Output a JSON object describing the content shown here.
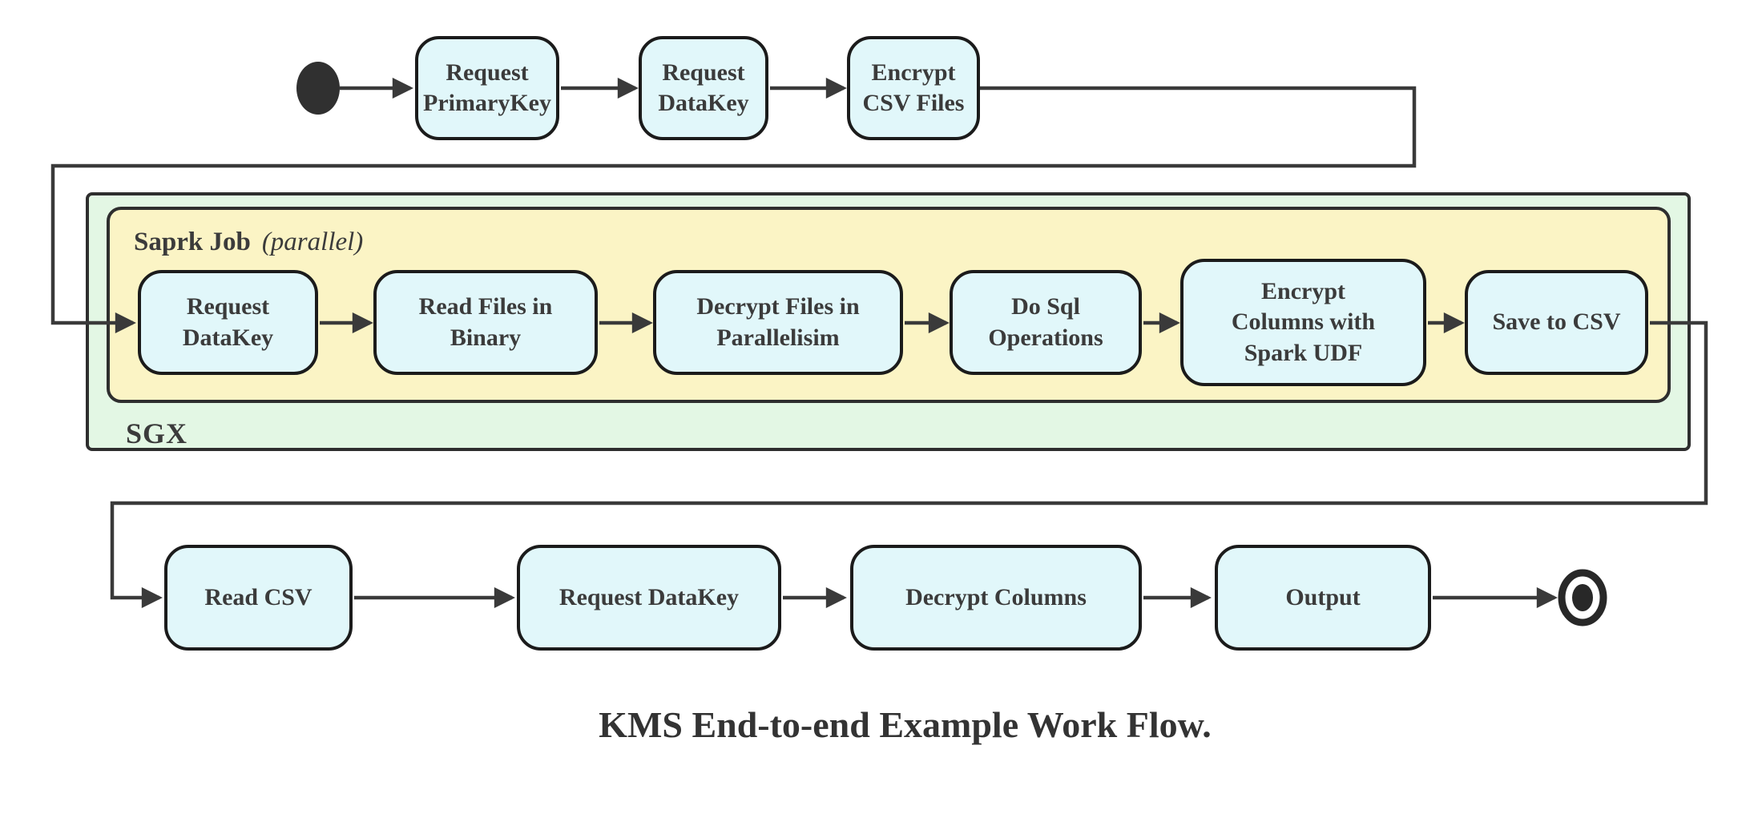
{
  "caption": "KMS End-to-end Example Work Flow.",
  "containers": {
    "sgx": {
      "label": "SGX",
      "fill": "#e3f7e4"
    },
    "spark_job": {
      "label_bold": "Saprk Job",
      "label_italic": "(parallel)",
      "fill": "#fbf4c5"
    }
  },
  "rows": [
    {
      "phase": "client-encrypt",
      "nodes": [
        {
          "label": "Request\nPrimaryKey"
        },
        {
          "label": "Request\nDataKey"
        },
        {
          "label": "Encrypt\nCSV Files"
        }
      ]
    },
    {
      "phase": "spark-job-parallel",
      "nodes": [
        {
          "label": "Request\nDataKey"
        },
        {
          "label": "Read Files in\nBinary"
        },
        {
          "label": "Decrypt Files in\nParallelisim"
        },
        {
          "label": "Do Sql\nOperations"
        },
        {
          "label": "Encrypt\nColumns with\nSpark UDF"
        },
        {
          "label": "Save to CSV"
        }
      ]
    },
    {
      "phase": "client-decrypt",
      "nodes": [
        {
          "label": "Read CSV"
        },
        {
          "label": "Request DataKey"
        },
        {
          "label": "Decrypt Columns"
        },
        {
          "label": "Output"
        }
      ]
    }
  ],
  "icons": {
    "start": "filled-circle-start-icon",
    "end": "bullseye-final-state-icon"
  },
  "colors": {
    "node_fill": "#e1f7fa",
    "node_border": "#1b1b1b",
    "edge": "#3a3a3a",
    "text": "#3b3b3b"
  }
}
